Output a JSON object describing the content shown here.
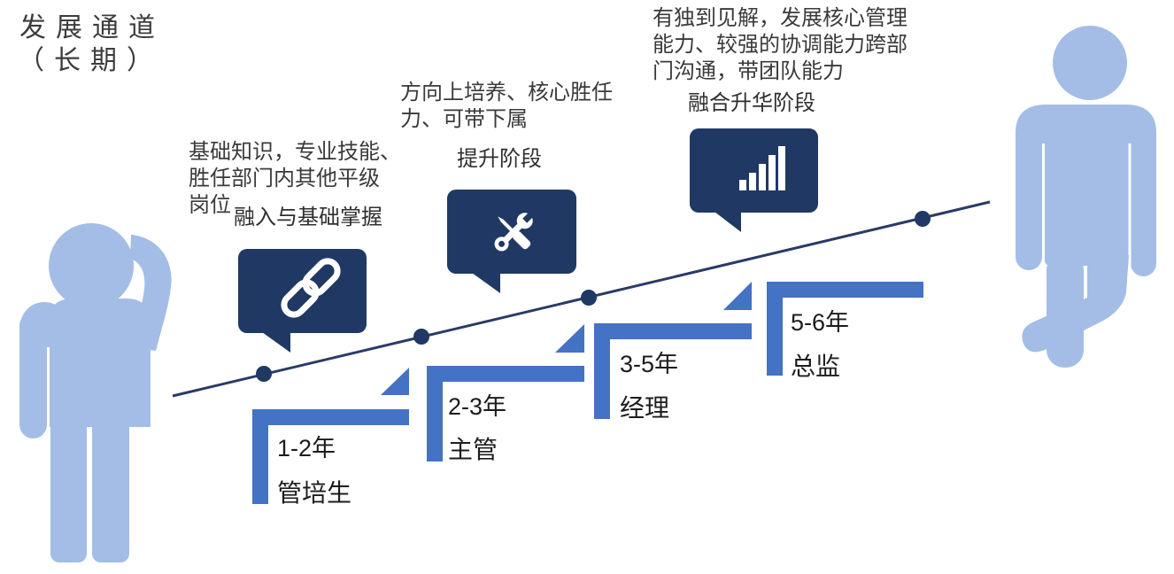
{
  "title": {
    "line1": "发展通道",
    "line2": "（长期）"
  },
  "colors": {
    "step_blue": "#4472c4",
    "bubble_navy": "#203864",
    "track_navy": "#2b3a66",
    "dot_navy": "#1f3864",
    "figure_blue": "#a3bde6",
    "icon_white": "#ffffff"
  },
  "figures": {
    "left": "person-thinking-icon",
    "right": "person-standing-icon"
  },
  "phases": [
    {
      "description_lines": [
        "基础知识，专业技能、",
        "胜任部门内其他平级",
        "岗位"
      ],
      "stage_label": "融入与基础掌握",
      "icon": "link-icon"
    },
    {
      "description_lines": [
        "方向上培养、核心胜任",
        "力、可带下属"
      ],
      "stage_label": "提升阶段",
      "icon": "tools-icon"
    },
    {
      "description_lines": [
        "有独到见解，发展核心管理",
        "能力、较强的协调能力跨部",
        "门沟通，带团队能力"
      ],
      "stage_label": "融合升华阶段",
      "icon": "signal-bars-icon"
    }
  ],
  "steps": [
    {
      "years": "1-2年",
      "role": "管培生"
    },
    {
      "years": "2-3年",
      "role": "主管"
    },
    {
      "years": "3-5年",
      "role": "经理"
    },
    {
      "years": "5-6年",
      "role": "总监"
    }
  ]
}
